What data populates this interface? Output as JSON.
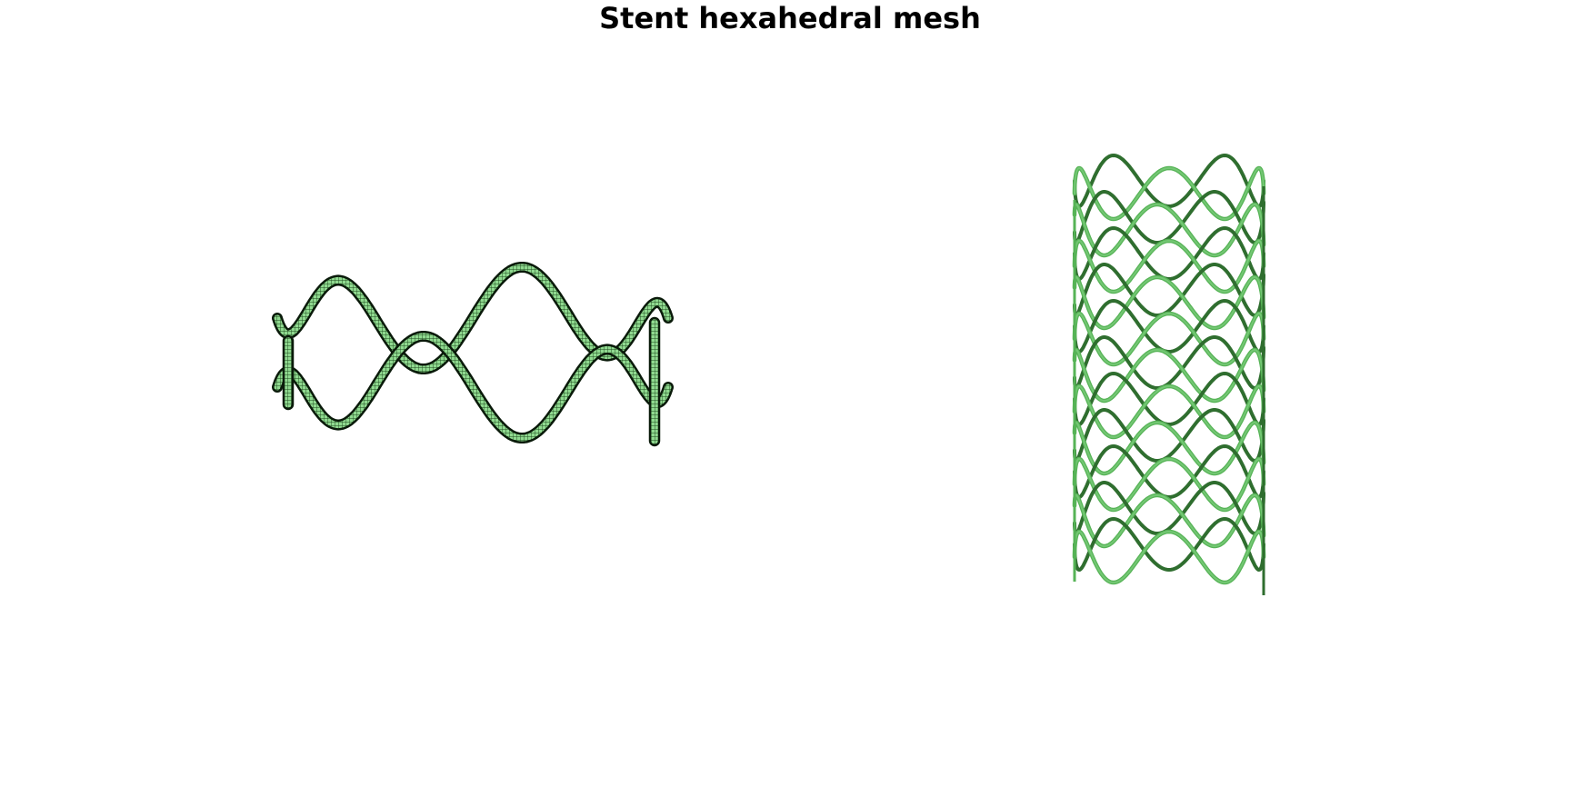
{
  "figure": {
    "title": "Stent hexahedral mesh"
  },
  "panels": [
    {
      "id": "single-ring",
      "description_name": "single-stent-ring-mesh",
      "colors": {
        "fill": "#8fd98f",
        "edge": "#0a1a0a",
        "grid": "#1e4a1e"
      }
    },
    {
      "id": "full-stent",
      "description_name": "full-stent-cylinder-mesh",
      "colors": {
        "light": "#74c774",
        "mid": "#56b356",
        "dark": "#2f6e2f"
      }
    }
  ]
}
